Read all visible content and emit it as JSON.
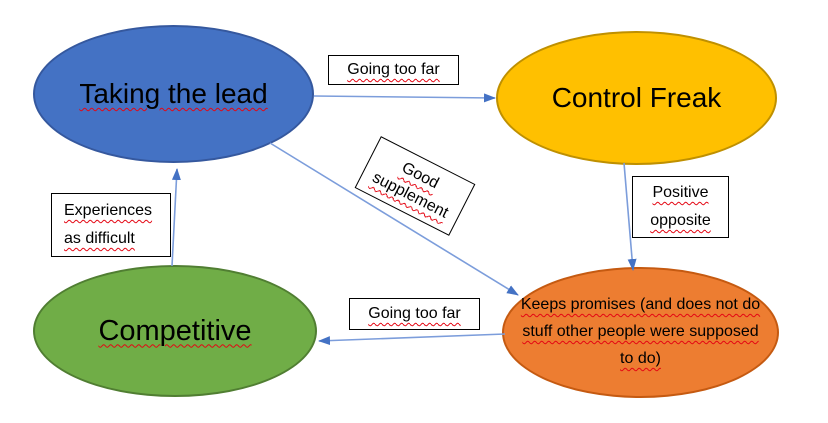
{
  "diagram": {
    "nodes": [
      {
        "id": "taking-the-lead",
        "label": "Taking the lead",
        "fill": "#4472C4",
        "border": "#35589E",
        "spellcheck_squiggle": true
      },
      {
        "id": "control-freak",
        "label": "Control Freak",
        "fill": "#FFC000",
        "border": "#BF9000",
        "spellcheck_squiggle": false
      },
      {
        "id": "competitive",
        "label": "Competitive",
        "fill": "#70AD47",
        "border": "#507E32",
        "spellcheck_squiggle": true
      },
      {
        "id": "keeps-promises",
        "label": "Keeps promises (and does not do stuff other people were supposed to do)",
        "fill": "#ED7D31",
        "border": "#C55A11",
        "spellcheck_squiggle": true
      }
    ],
    "labels": {
      "going_too_far_top": "Going too far",
      "positive_opposite": "Positive opposite",
      "experiences_as_difficult": "Experiences as difficult",
      "going_too_far_bottom": "Going too far",
      "good_supplement": "Good supplement"
    },
    "edges": [
      {
        "from": "taking-the-lead",
        "to": "control-freak",
        "label": "Going too far"
      },
      {
        "from": "control-freak",
        "to": "keeps-promises",
        "label": "Positive opposite"
      },
      {
        "from": "taking-the-lead",
        "to": "keeps-promises",
        "label": "Good supplement"
      },
      {
        "from": "keeps-promises",
        "to": "competitive",
        "label": "Going too far"
      },
      {
        "from": "competitive",
        "to": "taking-the-lead",
        "label": "Experiences as difficult"
      }
    ],
    "colors": {
      "arrow_line": "#7C9DDB",
      "arrow_head": "#4472C4",
      "squiggle": "#E40613",
      "background": "#FFFFFF"
    }
  }
}
